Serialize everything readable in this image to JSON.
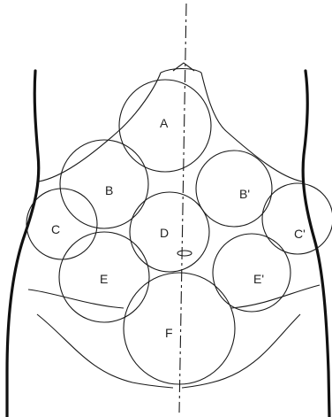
{
  "diagram": {
    "regions": [
      {
        "id": "A",
        "label": "A"
      },
      {
        "id": "B",
        "label": "B"
      },
      {
        "id": "B_prime",
        "label": "B'"
      },
      {
        "id": "C",
        "label": "C"
      },
      {
        "id": "C_prime",
        "label": "C'"
      },
      {
        "id": "D",
        "label": "D"
      },
      {
        "id": "E",
        "label": "E"
      },
      {
        "id": "E_prime",
        "label": "E'"
      },
      {
        "id": "F",
        "label": "F"
      }
    ]
  }
}
